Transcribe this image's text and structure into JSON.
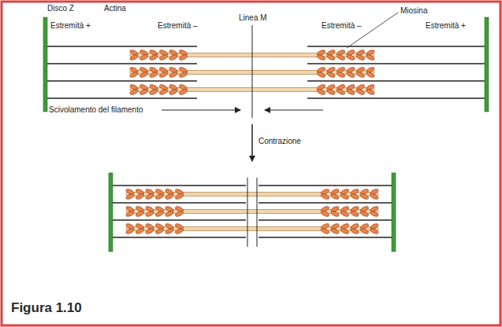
{
  "diagram": {
    "caption": "Figura 1.10",
    "labels": [
      "Disco Z",
      "Actina",
      "Estremità +",
      "Estremità –",
      "Linea M",
      "Miosina",
      "Estremità –",
      "Estremità +",
      "Scivolamento del filamento",
      "Contrazione"
    ]
  }
}
